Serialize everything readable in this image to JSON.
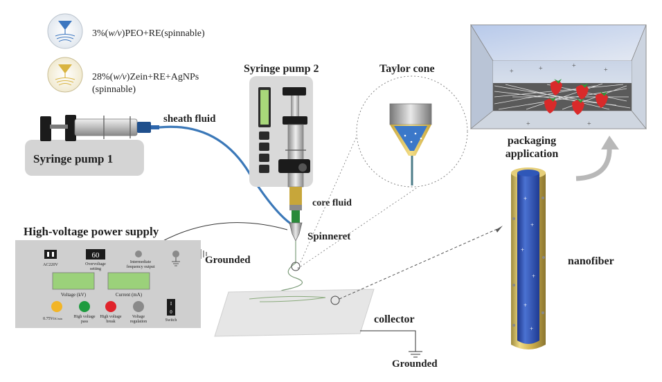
{
  "legend": {
    "item1": {
      "pre": "3%(",
      "italic": "w/v",
      "post": ")PEO+RE(spinnable)"
    },
    "item2": {
      "pre": "28%(",
      "italic": "w/v",
      "post": ")Zein+RE+AgNPs",
      "line2": "(spinnable)"
    }
  },
  "labels": {
    "syringe_pump_1": "Syringe pump 1",
    "syringe_pump_2": "Syringe pump 2",
    "sheath_fluid": "sheath fluid",
    "core_fluid": "core fluid",
    "spinneret": "Spinneret",
    "taylor_cone": "Taylor cone",
    "packaging_line1": "packaging",
    "packaging_line2": "application",
    "nanofiber": "nanofiber",
    "collector": "collector",
    "grounded_top": "Grounded",
    "grounded_bottom": "Grounded",
    "hv_title": "High-voltage power supply"
  },
  "power_supply": {
    "plug_label": "AC220V",
    "display_value": "60",
    "overvoltage_line1": "Overvoltage",
    "overvoltage_line2": "setting",
    "freq_line1": "Intermediate",
    "freq_line2": "frequency output",
    "voltage_label": "Voltage (kV)",
    "current_label": "Current (mA)",
    "btn1_label": "0.75V",
    "btn1_sub": "DC/min",
    "btn2_line1": "High voltage",
    "btn2_line2": "pass",
    "btn3_line1": "High voltage",
    "btn3_line2": "break",
    "btn4_line1": "Voltage",
    "btn4_line2": "regulation",
    "switch_label": "Switch",
    "switch_on": "I",
    "switch_off": "0"
  },
  "colors": {
    "sheath_tube": "#3b78b8",
    "core_fluid": "#b4a44a",
    "fiber_core": "#2f54b0",
    "fiber_shell": "#d4b34c",
    "panel": "#cfcfcf",
    "display": "#9bd17a",
    "btn_yellow": "#f2b527",
    "btn_green": "#1e9b3f",
    "btn_red": "#e0232b",
    "btn_gray": "#8a8a8a",
    "strawberry": "#d92a2a"
  }
}
